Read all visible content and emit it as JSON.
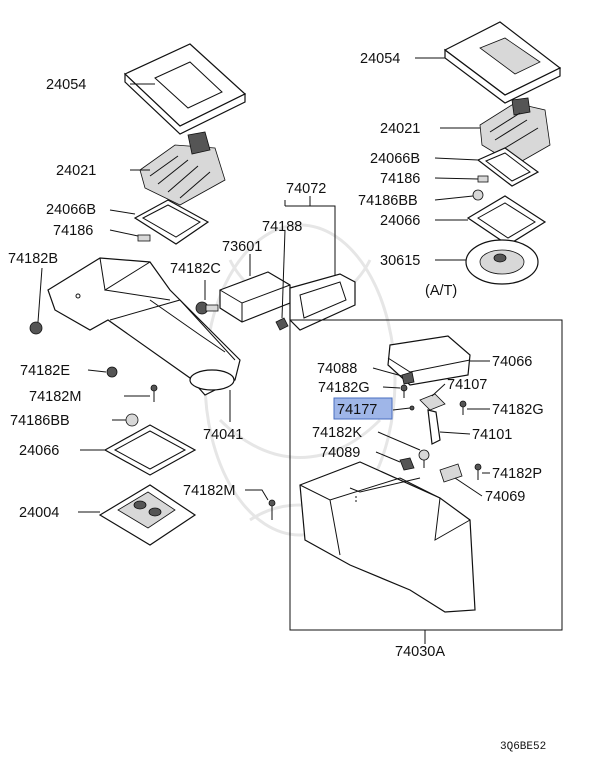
{
  "diagram": {
    "code": "3Q6BE52",
    "labels": {
      "p24054_l": "24054",
      "p24021_l": "24021",
      "p24066B_l": "24066B",
      "p74186_l": "74186",
      "p74182B": "74182B",
      "p74182C": "74182C",
      "p73601": "73601",
      "p74188": "74188",
      "p74072": "74072",
      "p74182E": "74182E",
      "p74182M_l": "74182M",
      "p74186BB_l": "74186BB",
      "p74041": "74041",
      "p24066_l": "24066",
      "p24004": "24004",
      "p74182M_c": "74182M",
      "p24054_r": "24054",
      "p24021_r": "24021",
      "p24066B_r": "24066B",
      "p74186_r": "74186",
      "p74186BB_r": "74186BB",
      "p24066_r": "24066",
      "p30615": "30615",
      "at": "(A/T)",
      "p74088": "74088",
      "p74066": "74066",
      "p74182G_l": "74182G",
      "p74107": "74107",
      "p74177": "74177",
      "p74182G_r": "74182G",
      "p74182K": "74182K",
      "p74101": "74101",
      "p74089": "74089",
      "p74182P": "74182P",
      "p74069": "74069",
      "p74030A": "74030A"
    }
  }
}
